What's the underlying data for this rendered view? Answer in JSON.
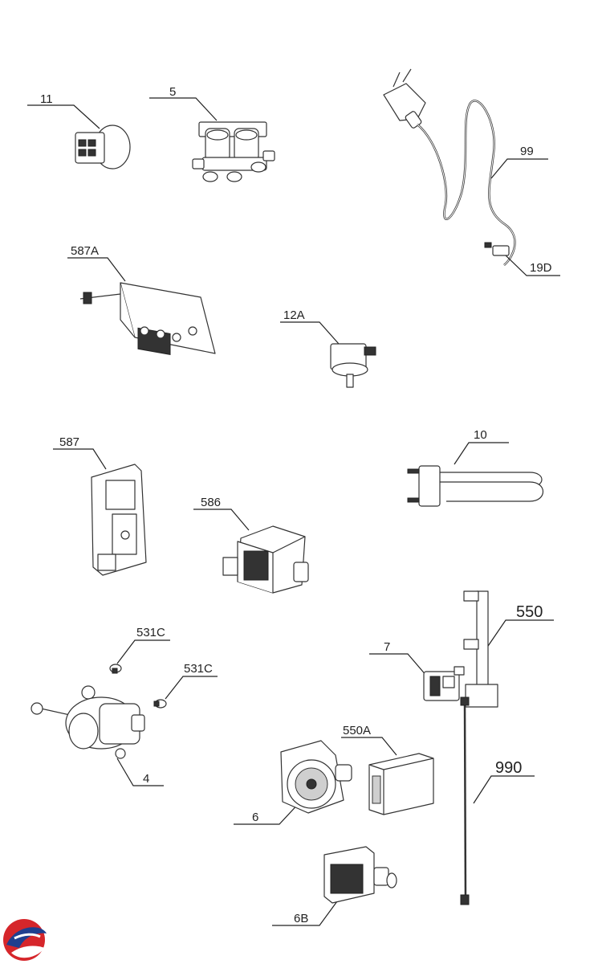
{
  "callouts": {
    "c11": "11",
    "c5": "5",
    "c99": "99",
    "c19D": "19D",
    "c587A": "587A",
    "c12A": "12A",
    "c587": "587",
    "c10": "10",
    "c586": "586",
    "c550": "550",
    "c531C_a": "531C",
    "c531C_b": "531C",
    "c7": "7",
    "c550A": "550A",
    "c990": "990",
    "c4": "4",
    "c6": "6",
    "c6B": "6B"
  },
  "logo": {
    "name": "brand-logo",
    "colors": [
      "#d6262b",
      "#1f3f8f"
    ]
  }
}
